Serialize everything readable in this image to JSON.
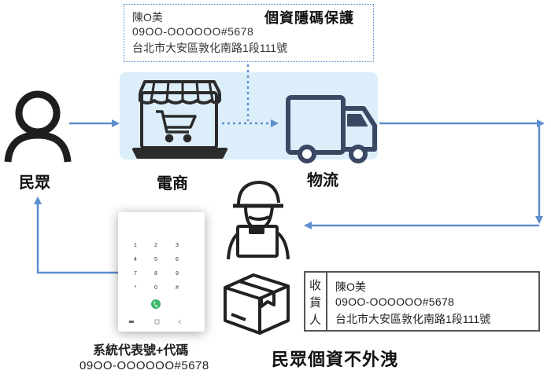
{
  "privacy": {
    "title": "個資隱碼保護",
    "name": "陳O美",
    "phone": "09OO-OOOOOO#5678",
    "address": "台北市大安區敦化南路1段111號"
  },
  "nodes": {
    "citizen": "民眾",
    "ecommerce": "電商",
    "logistics": "物流"
  },
  "receiver": {
    "label_chars": [
      "收",
      "貨",
      "人"
    ],
    "name": "陳O美",
    "phone": "09OO-OOOOOO#5678",
    "address": "台北市大安區敦化南路1段111號"
  },
  "dialpad": {
    "keys": [
      "1",
      "2",
      "3",
      "4",
      "5",
      "6",
      "7",
      "8",
      "9",
      "*",
      "0",
      "#"
    ]
  },
  "system_code": {
    "label": "系統代表號+代碼",
    "number": "09OO-OOOOOO#5678"
  },
  "tagline": "民眾個資不外洩",
  "colors": {
    "arrow": "#5b8fcf",
    "highlight": "#dceefa",
    "icon": "#2b2b2b",
    "truck": "#3a4863"
  }
}
